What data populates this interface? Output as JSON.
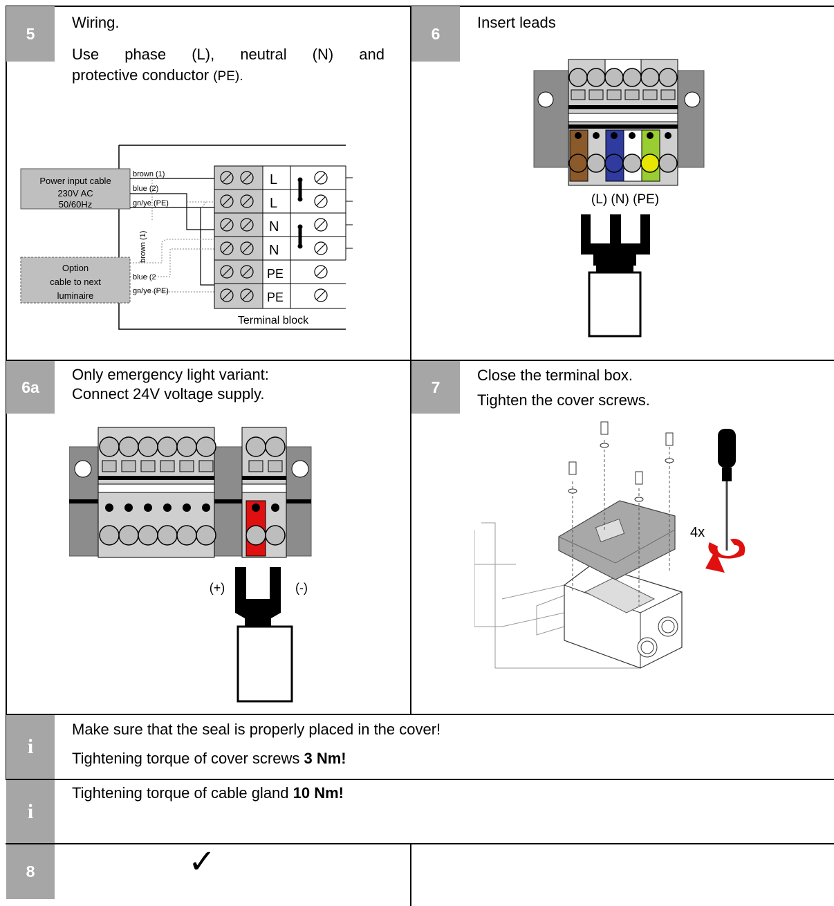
{
  "step5": {
    "number": "5",
    "title": "Wiring.",
    "desc_part1": "Use phase (L), neutral (N) and",
    "desc_part2": "protective conductor",
    "desc_part3": "(PE).",
    "diagram": {
      "power_input": [
        "Power input cable",
        "230V AC",
        "50/60Hz"
      ],
      "option": [
        "Option",
        "cable to next",
        "luminaire"
      ],
      "wire_labels_top": [
        "brown (1)",
        "blue (2)",
        "gn/ye (PE)"
      ],
      "wire_labels_bottom": [
        "brown (1)",
        "blue (2",
        "gn/ye (PE)"
      ],
      "terminals": [
        "L",
        "L",
        "N",
        "N",
        "PE",
        "PE"
      ],
      "caption": "Terminal block"
    }
  },
  "step6": {
    "number": "6",
    "title": "Insert leads",
    "conductor_labels": "(L) (N) (PE)"
  },
  "step6a": {
    "number": "6a",
    "line1": "Only emergency light variant:",
    "line2": "Connect 24V voltage supply.",
    "plus": "(+)",
    "minus": "(-)"
  },
  "step7": {
    "number": "7",
    "line1": "Close the terminal box.",
    "line2": "Tighten the cover screws.",
    "count": "4x"
  },
  "info1": {
    "icon": "i",
    "line1": "Make sure that the seal is properly placed in the cover!",
    "line2_prefix": "Tightening torque of cover screws ",
    "line2_bold": "3 Nm!"
  },
  "info2": {
    "icon": "i",
    "prefix": "Tightening torque of cable gland ",
    "bold": "10 Nm!"
  },
  "step8": {
    "number": "8",
    "check": "✓"
  },
  "colors": {
    "badge": "#a6a6a6",
    "brown": "#8b5a2b",
    "blue": "#2f3b9e",
    "green_yellow": "#9acd32",
    "red": "#e01010"
  }
}
